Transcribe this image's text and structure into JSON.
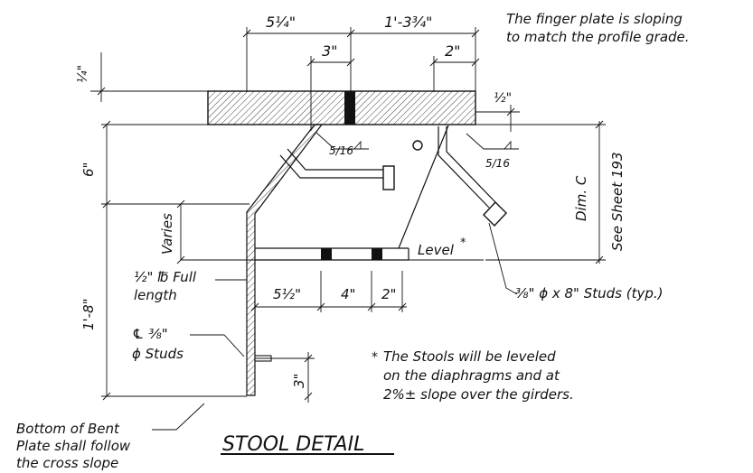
{
  "notes": {
    "top_right_1": "The finger plate is  sloping",
    "top_right_2": "to match the profile grade.",
    "star_1": "The Stools will be leveled",
    "star_2": "on the diaphragms and at",
    "star_3": "2%± slope over the girders.",
    "star_mark": "*",
    "bottom_left_1": "Bottom of Bent",
    "bottom_left_2": "Plate shall follow",
    "bottom_left_3": "the cross slope"
  },
  "title": "STOOL DETAIL",
  "dims": {
    "top_left": "5¼\"",
    "top_right": "1'-3¾\"",
    "mid_3": "3\"",
    "mid_2": "2\"",
    "left_quarter": "¼\"",
    "right_half": "½\"",
    "six": "6\"",
    "one_eight": "1'-8\"",
    "varies": "Varies",
    "bottom_5half": "5½\"",
    "bottom_4": "4\"",
    "bottom_2": "2\"",
    "three_bottom": "3\"",
    "weld_1": "5/16",
    "weld_2": "5/16"
  },
  "labels": {
    "plate_1": "½\" ℔ Full",
    "plate_2": "length",
    "studs_1": "℄ ⅜\"",
    "studs_2": "ϕ Studs",
    "level": "Level",
    "level_star": "*",
    "dim_c": "Dim. C",
    "see_sheet": "See Sheet 193",
    "studs_typ": "⅜\" ϕ x 8\" Studs (typ.)"
  }
}
